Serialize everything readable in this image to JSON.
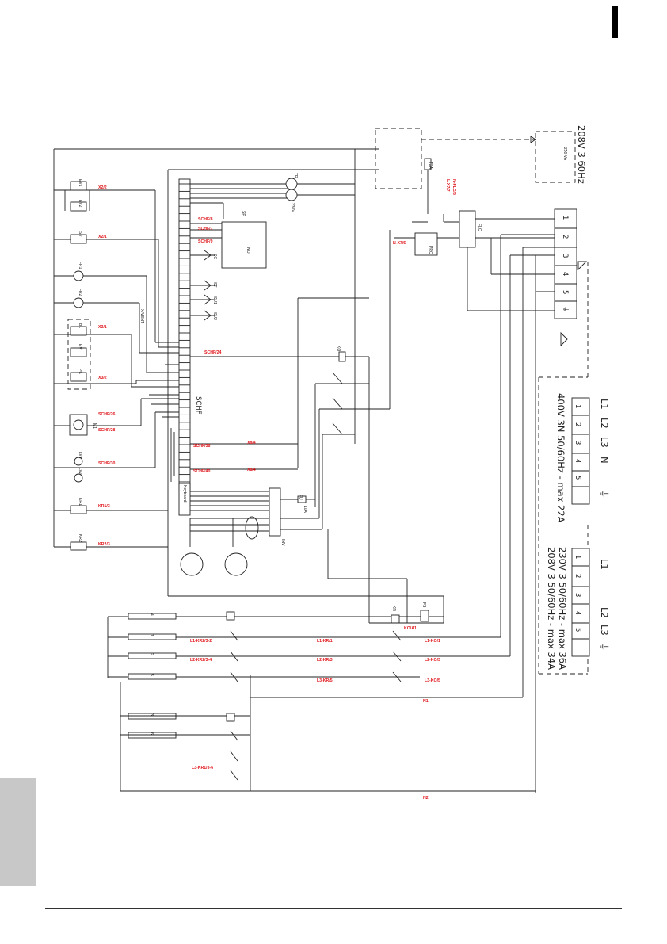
{
  "supply_208_3ph": "208V 3 60Hz",
  "supply_400_3n": "400V 3N 50/60Hz - max 22A",
  "supply_230_3": "230V 3 50/60Hz - max 36A",
  "supply_208_3_50": "208V 3 50/60Hz - max 34A",
  "terminal_board": [
    "1",
    "2",
    "3",
    "4",
    "5"
  ],
  "phase_labels_top": [
    "L1",
    "L2",
    "L3",
    "N"
  ],
  "phase_labels_bottom": [
    "L1",
    "L2",
    "L3"
  ],
  "component_schf": "SCHF",
  "component_keyboard": "Keyboard",
  "component_inv": "INV",
  "labels_red": {
    "x2_2": "X2/2",
    "x2_1": "X2/1",
    "x3_1": "X3/1",
    "x3_2": "X3/2",
    "schf_26": "SCHF/26",
    "schf_28": "SCHF/28",
    "schf_30": "SCHF/30",
    "kr1_3": "KR1/3",
    "kr2_3": "KR2/3",
    "schf_8": "SCHF/8",
    "schf_7": "SCHF/7",
    "schf_9": "SCHF/9",
    "schf_24": "SCHF/24",
    "schf_38": "SCHF/38",
    "schf_40": "SCHF/40",
    "x8_4a": "X8/4",
    "x8_4b": "X8/4",
    "n_flc3": "N-FLC/3",
    "l_x7_7": "L-X7/7",
    "n_x7_6": "N-X7/6",
    "ko_a1": "KO/A1",
    "l1_kr2": "L1-KR2/3-2",
    "l2_kr2": "L2-KR2/3-4",
    "l1_kr1": "L1-KR/1",
    "l2_kr3": "L2-KR/3",
    "l3_kr5": "L3-KR/5",
    "l1_ko1": "L1-KO/1",
    "l2_ko3": "L2-KO/3",
    "l3_ko5": "L3-KO/5",
    "l3_kr1": "L3-KR1/3-6",
    "n1": "N1",
    "n2": "N2"
  },
  "labels_black": {
    "ev1": "EV1",
    "ev2": "EV2",
    "sv": "SV",
    "fr1": "FR1",
    "fr2": "FR2",
    "bl": "BL",
    "ev": "EV",
    "pc": "PC",
    "m1": "M1",
    "lv1": "LV1",
    "lv2": "LV2",
    "kr1": "KR1",
    "kr2": "KR2",
    "tr": "TR",
    "prc": "PRC",
    "flc": "FLC",
    "fu": "FU",
    "ko": "KO",
    "fs": "FS",
    "kr": "KR",
    "x_vent": "X/VENT",
    "sp": "SP",
    "sc": "SC",
    "st": "ST",
    "su1": "SU1",
    "su2": "SU2",
    "no": "NO",
    "t2a": "T2A",
    "fu_10a": "10A",
    "transformer_rating": "250 VA",
    "tr_230": "230V"
  },
  "heater_resistors": [
    "4",
    "1",
    "2",
    "5",
    "3",
    "6"
  ]
}
